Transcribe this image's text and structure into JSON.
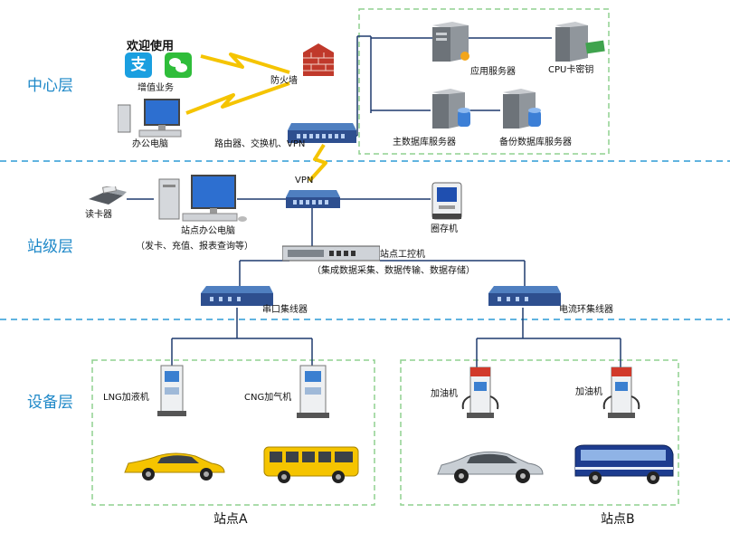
{
  "layers": {
    "center": "中心层",
    "station": "站级层",
    "device": "设备层"
  },
  "center": {
    "value_added_title": "欢迎使用",
    "value_added_label": "增值业务",
    "office_pc_label": "办公电脑",
    "firewall_label": "防火墙",
    "router_label": "路由器、交换机、VPN",
    "app_server_label": "应用服务器",
    "cpu_card_label": "CPU卡密钥",
    "main_db_label": "主数据库服务器",
    "backup_db_label": "备份数据库服务器"
  },
  "station": {
    "vpn_label": "VPN",
    "card_reader_label": "读卡器",
    "station_pc_label": "站点办公电脑",
    "station_pc_note": "（发卡、充值、报表查询等）",
    "kiosk_label": "圈存机",
    "controller_label": "站点工控机",
    "controller_note": "（集成数据采集、数据传输、数据存储）",
    "serial_hub_label": "串口集线器",
    "current_loop_hub_label": "电流环集线器"
  },
  "device": {
    "lng_label": "LNG加液机",
    "cng_label": "CNG加气机",
    "fuel1_label": "加油机",
    "fuel2_label": "加油机",
    "site_a_label": "站点A",
    "site_b_label": "站点B"
  },
  "colors": {
    "layer_text": "#1e88c8",
    "dashed_divider": "#2d9bd6",
    "group_border": "#8fd18f",
    "link_line": "#1f3a6e",
    "wireless": "#f5c400"
  }
}
